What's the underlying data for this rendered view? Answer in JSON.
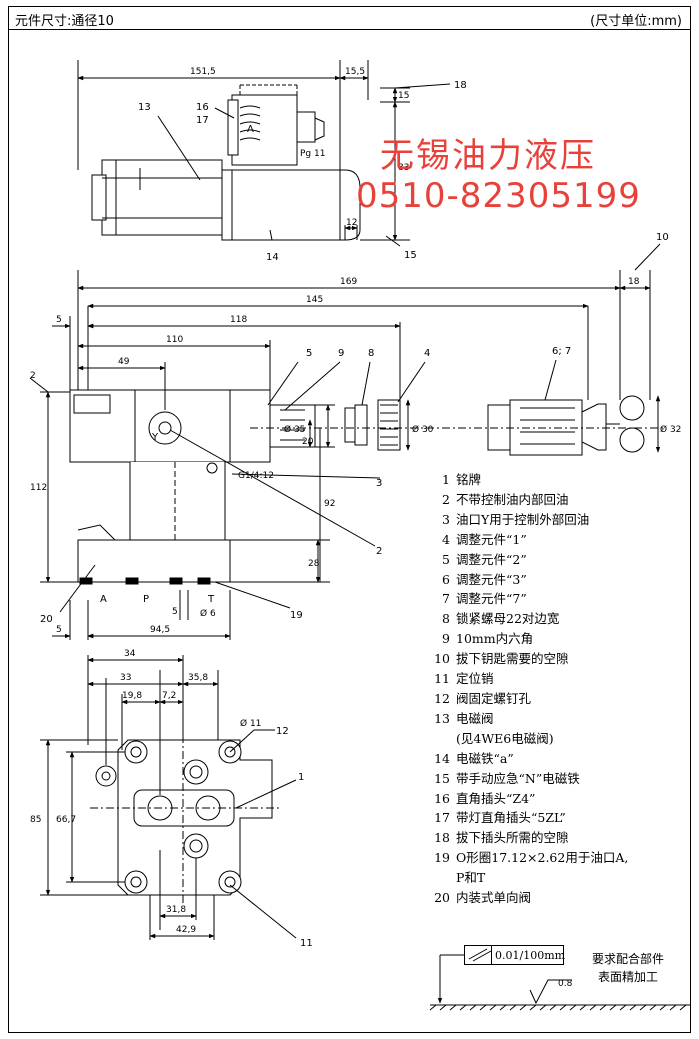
{
  "header": {
    "title": "元件尺寸:通径10",
    "unit": "(尺寸单位:mm)"
  },
  "watermark": {
    "company": "无锡油力液压",
    "phone": "0510-82305199",
    "color": "#e8413a"
  },
  "dims": {
    "d151_5": "151,5",
    "d15_5": "15,5",
    "d15": "15",
    "d83": "83",
    "d12": "12",
    "d169": "169",
    "d18": "18",
    "d145": "145",
    "d118": "118",
    "d5a": "5",
    "d110": "110",
    "d49": "49",
    "d2": "2",
    "d112": "112",
    "d35": "Ø 35",
    "d20": "20",
    "d30": "Ø 30",
    "d32": "Ø 32",
    "d92": "92",
    "d28": "28",
    "d5b": "5",
    "d6": "Ø 6",
    "d5c": "5",
    "d94_5": "94,5",
    "d34": "34",
    "d33": "33",
    "d35_8": "35,8",
    "d19_8": "19,8",
    "d7_2": "7,2",
    "d11": "Ø 11",
    "d85": "85",
    "d66_7": "66,7",
    "d31_8": "31,8",
    "d42_9": "42,9"
  },
  "labels": {
    "pg11": "Pg 11",
    "thread": "G1/4:12",
    "portA": "A",
    "portP": "P",
    "portT": "T",
    "portY": "Y",
    "coilA": "A",
    "c1": "1",
    "c2": "2",
    "c3": "3",
    "c4": "4",
    "c5": "5",
    "c67": "6; 7",
    "c8": "8",
    "c9": "9",
    "c10": "10",
    "c11": "11",
    "c12": "12",
    "c13": "13",
    "c14": "14",
    "c15": "15",
    "c16": "16",
    "c17": "17",
    "c18": "18",
    "c19": "19",
    "c20": "20",
    "c1b": "1"
  },
  "legend": [
    {
      "n": "1",
      "t": "铭牌"
    },
    {
      "n": "2",
      "t": "不带控制油内部回油"
    },
    {
      "n": "3",
      "t": "油口Y用于控制外部回油"
    },
    {
      "n": "4",
      "t": "调整元件“1”"
    },
    {
      "n": "5",
      "t": "调整元件“2”"
    },
    {
      "n": "6",
      "t": "调整元件“3”"
    },
    {
      "n": "7",
      "t": "调整元件“7”"
    },
    {
      "n": "8",
      "t": "锁紧螺母22对边宽"
    },
    {
      "n": "9",
      "t": "10mm内六角"
    },
    {
      "n": "10",
      "t": "拔下钥匙需要的空隙"
    },
    {
      "n": "11",
      "t": "定位销"
    },
    {
      "n": "12",
      "t": "阀固定螺钉孔"
    },
    {
      "n": "13",
      "t": "电磁阀"
    },
    {
      "n": "",
      "t": "(见4WE6电磁阀)"
    },
    {
      "n": "14",
      "t": "电磁铁“a”"
    },
    {
      "n": "15",
      "t": "带手动应急“N”电磁铁"
    },
    {
      "n": "16",
      "t": "直角插头“Z4”"
    },
    {
      "n": "17",
      "t": "带灯直角插头“5ZL”"
    },
    {
      "n": "18",
      "t": "拔下插头所需的空隙"
    },
    {
      "n": "19",
      "t": "O形圈17.12×2.62用于油口A,"
    },
    {
      "n": "",
      "t": "P和T"
    },
    {
      "n": "20",
      "t": "内装式单向阀"
    }
  ],
  "tolerance": {
    "value": "0.01/100mm",
    "roughness": "0.8"
  },
  "requirement": {
    "line1": "要求配合部件",
    "line2": "表面精加工"
  }
}
